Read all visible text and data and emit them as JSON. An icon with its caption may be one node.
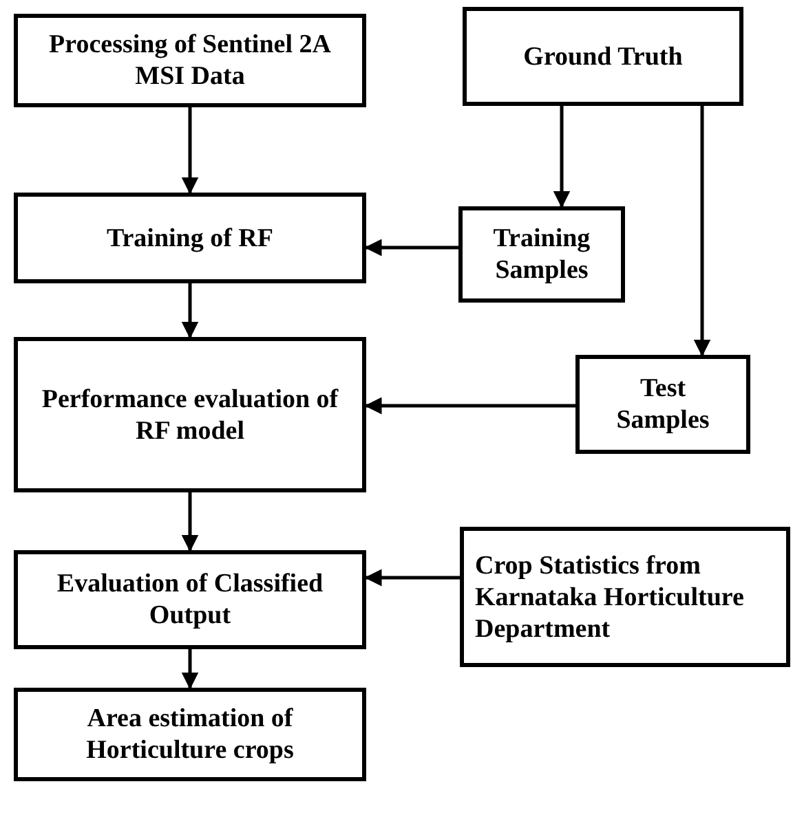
{
  "diagram": {
    "nodes": [
      {
        "text": [
          "Processing of Sentinel 2A MSI Data"
        ]
      },
      {
        "text": [
          "Ground Truth"
        ]
      },
      {
        "text": [
          "Training of RF"
        ]
      },
      {
        "text": [
          "Training Samples"
        ]
      },
      {
        "text": [
          "Performance evaluation of RF model"
        ]
      },
      {
        "text": [
          "Test Samples"
        ]
      },
      {
        "text": [
          "Crop Statistics from Karnataka Horticulture Department"
        ]
      },
      {
        "text": [
          "Evaluation of Classified Output"
        ]
      },
      {
        "text": [
          "Area estimation of Horticulture crops"
        ]
      }
    ],
    "edges": [
      {
        "from": 0,
        "to": 2,
        "arrow": "to"
      },
      {
        "from": 1,
        "to": 3,
        "arrow": "to"
      },
      {
        "from": 1,
        "to": 5,
        "arrow": "to"
      },
      {
        "from": 3,
        "to": 2,
        "arrow": "to"
      },
      {
        "from": 2,
        "to": 4,
        "arrow": "to"
      },
      {
        "from": 5,
        "to": 4,
        "arrow": "to"
      },
      {
        "from": 4,
        "to": 7,
        "arrow": "to"
      },
      {
        "from": 6,
        "to": 7,
        "arrow": "to"
      },
      {
        "from": 7,
        "to": 8,
        "arrow": "to"
      }
    ]
  }
}
